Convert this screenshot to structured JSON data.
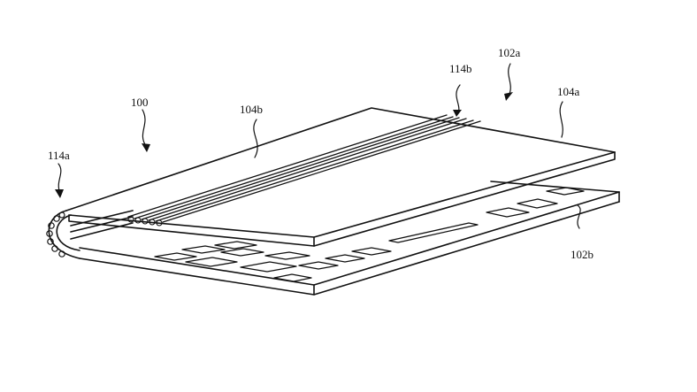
{
  "figure": {
    "type": "patent-drawing",
    "subject": "foldable device with flexible hinge, partially folded",
    "labels": {
      "device": "100",
      "hinge_left": "114a",
      "hinge_right": "114b",
      "upper_portion": "102a",
      "lower_portion": "102b",
      "upper_surface_right": "104a",
      "upper_surface_left": "104b"
    }
  }
}
